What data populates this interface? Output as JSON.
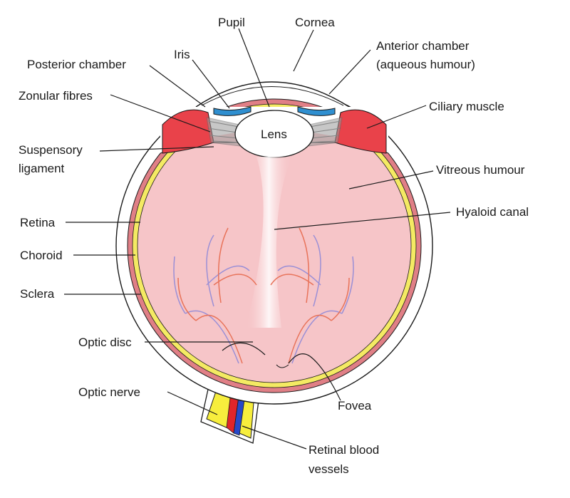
{
  "labels": {
    "pupil": "Pupil",
    "cornea": "Cornea",
    "iris": "Iris",
    "anterior_chamber_1": "Anterior chamber",
    "anterior_chamber_2": "(aqueous humour)",
    "posterior_chamber": "Posterior chamber",
    "zonular_fibres": "Zonular fibres",
    "ciliary_muscle": "Ciliary muscle",
    "lens": "Lens",
    "suspensory_1": "Suspensory",
    "suspensory_2": "ligament",
    "vitreous_humour": "Vitreous humour",
    "hyaloid_canal": "Hyaloid canal",
    "retina": "Retina",
    "choroid": "Choroid",
    "sclera": "Sclera",
    "optic_disc": "Optic disc",
    "optic_nerve": "Optic nerve",
    "fovea": "Fovea",
    "retinal_vessels_1": "Retinal blood",
    "retinal_vessels_2": "vessels"
  },
  "colors": {
    "vitreous": "#f6c5c8",
    "choroid": "#e07f86",
    "retina": "#f4ea63",
    "sclera": "#ffffff",
    "ciliary": "#e9424a",
    "iris": "#2f8fd0",
    "zonular": "#8a8a8a",
    "vessel_red": "#e8735a",
    "vessel_blue": "#9a8fd6",
    "nerve_yellow": "#f7ee3d",
    "artery": "#e0252a",
    "vein": "#2748c8"
  }
}
